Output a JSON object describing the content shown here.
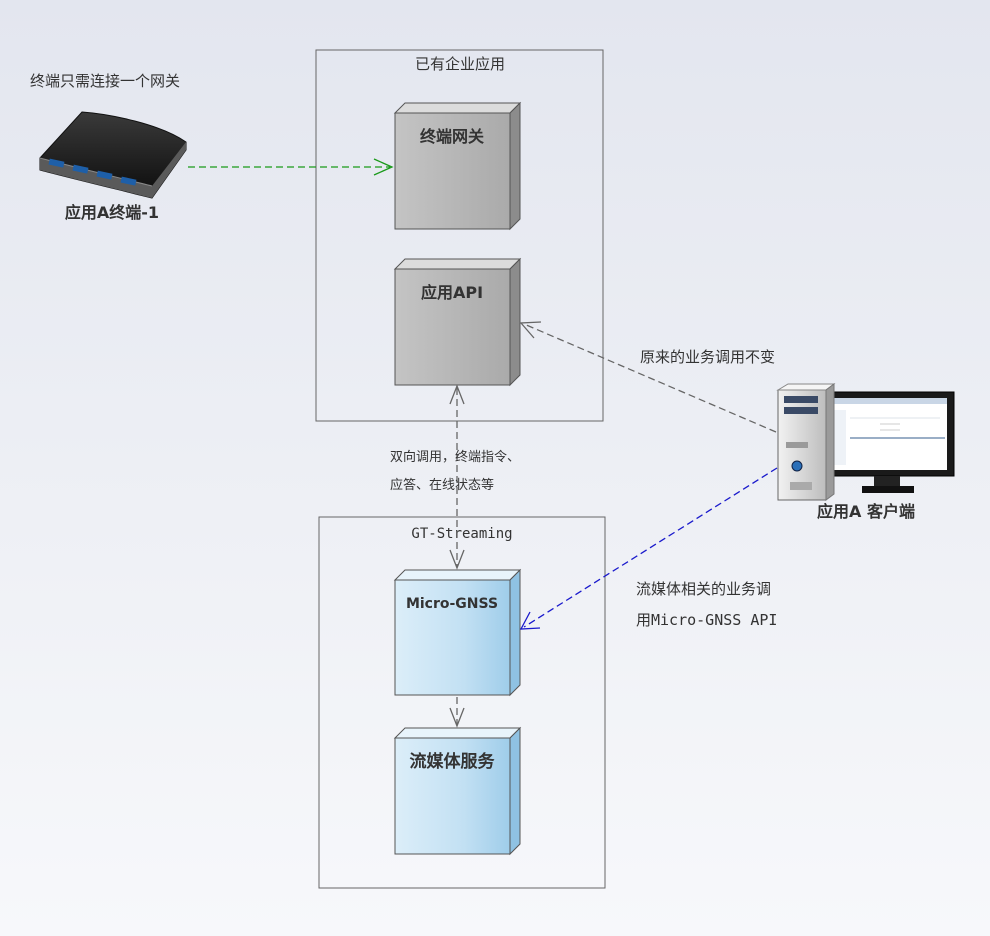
{
  "groups": {
    "enterprise": {
      "title": "已有企业应用"
    },
    "streaming": {
      "title": "GT-Streaming"
    }
  },
  "nodes": {
    "gateway": "终端网关",
    "app_api": "应用API",
    "micro_gnss": "Micro-GNSS",
    "media_service": "流媒体服务"
  },
  "devices": {
    "terminal_caption": "终端只需连接一个网关",
    "terminal_label": "应用A终端-1",
    "client_label": "应用A 客户端"
  },
  "annotations": {
    "bidirectional_line1": "双向调用，终端指令、",
    "bidirectional_line2": "应答、在线状态等",
    "business_unchanged": "原来的业务调用不变",
    "media_line1": "流媒体相关的业务调",
    "media_line2": "用Micro-GNSS API"
  },
  "colors": {
    "gateway_arrow": "#1a9a1a",
    "media_arrow": "#1a1acc",
    "grey_arrow": "#666666",
    "grey_node": "#b8b8b8",
    "blue_node": "#bcdcf0"
  }
}
